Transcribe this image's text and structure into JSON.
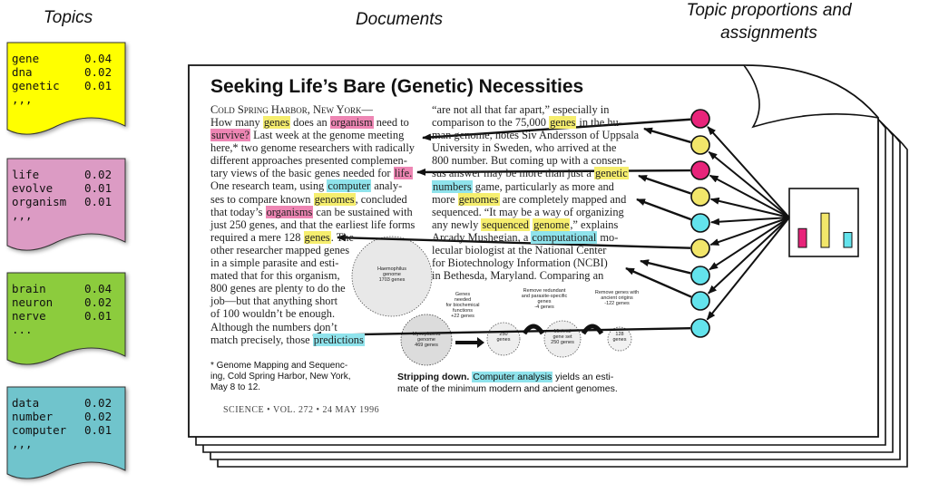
{
  "headers": {
    "topics": "Topics",
    "documents": "Documents",
    "proportions_line1": "Topic proportions and",
    "proportions_line2": "assignments"
  },
  "topics": [
    {
      "color": "#ffff00",
      "words": [
        {
          "w": "gene",
          "p": "0.04"
        },
        {
          "w": "dna",
          "p": "0.02"
        },
        {
          "w": "genetic",
          "p": "0.01"
        }
      ],
      "more": ",,,"
    },
    {
      "color": "#dc9bc4",
      "words": [
        {
          "w": "life",
          "p": "0.02"
        },
        {
          "w": "evolve",
          "p": "0.01"
        },
        {
          "w": "organism",
          "p": "0.01"
        }
      ],
      "more": ",,,"
    },
    {
      "color": "#8ccc3d",
      "words": [
        {
          "w": "brain",
          "p": "0.04"
        },
        {
          "w": "neuron",
          "p": "0.02"
        },
        {
          "w": "nerve",
          "p": "0.01"
        }
      ],
      "more": "..."
    },
    {
      "color": "#6fc4cc",
      "words": [
        {
          "w": "data",
          "p": "0.02"
        },
        {
          "w": "number",
          "p": "0.02"
        },
        {
          "w": "computer",
          "p": "0.01"
        }
      ],
      "more": ",,,"
    }
  ],
  "article": {
    "title": "Seeking Life’s Bare (Genetic) Necessities",
    "dateline": "Cold Spring Harbor, New York—",
    "col1": [
      {
        "t": "How many "
      },
      {
        "t": "genes",
        "h": "y"
      },
      {
        "t": " does an "
      },
      {
        "t": "organism",
        "h": "p"
      },
      {
        "t": " need to",
        "br": true
      },
      {
        "t": "survive?",
        "h": "p"
      },
      {
        "t": " Last week at the genome meeting",
        "br": true
      },
      {
        "t": "here,* two genome researchers with radically",
        "br": true
      },
      {
        "t": "different approaches presented complemen-",
        "br": true
      },
      {
        "t": "tary views of the basic genes needed for "
      },
      {
        "t": "life.",
        "h": "p",
        "br": true
      },
      {
        "t": "One research team, using "
      },
      {
        "t": "computer",
        "h": "c"
      },
      {
        "t": " analy-",
        "br": true
      },
      {
        "t": "ses to compare known "
      },
      {
        "t": "genomes",
        "h": "y"
      },
      {
        "t": ", concluded",
        "br": true
      },
      {
        "t": "that today’s "
      },
      {
        "t": "organisms",
        "h": "p"
      },
      {
        "t": " can be sustained with",
        "br": true
      },
      {
        "t": "just 250 genes, and that the earliest life forms",
        "br": true
      },
      {
        "t": "required a mere 128 "
      },
      {
        "t": "genes",
        "h": "y"
      },
      {
        "t": ". The",
        "br": true
      },
      {
        "t": "other researcher mapped genes",
        "br": true
      },
      {
        "t": "in a simple parasite and esti-",
        "br": true
      },
      {
        "t": "mated that for this organism,",
        "br": true
      },
      {
        "t": "800 genes are plenty to do the",
        "br": true
      },
      {
        "t": "job—but that anything short",
        "br": true
      },
      {
        "t": "of 100 wouldn’t be enough.",
        "br": true
      },
      {
        "t": "    Although the numbers don’t",
        "br": true
      },
      {
        "t": "match precisely, those "
      },
      {
        "t": "predictions",
        "h": "c",
        "br": true
      }
    ],
    "col2": [
      {
        "t": "“are not all that far apart,” especially in",
        "br": true
      },
      {
        "t": "comparison to the 75,000 "
      },
      {
        "t": "genes",
        "h": "y"
      },
      {
        "t": " in the hu-",
        "br": true
      },
      {
        "t": "man genome, notes Siv Andersson of Uppsala",
        "br": true
      },
      {
        "t": "University in Sweden, who arrived at the",
        "br": true
      },
      {
        "t": "800 number. But coming up with a consen-",
        "br": true
      },
      {
        "t": "sus answer may be more than just a "
      },
      {
        "t": "genetic",
        "h": "y",
        "br": true
      },
      {
        "t": "numbers",
        "h": "c"
      },
      {
        "t": " game, particularly as more and",
        "br": true
      },
      {
        "t": "more "
      },
      {
        "t": "genomes",
        "h": "y"
      },
      {
        "t": " are completely mapped and",
        "br": true
      },
      {
        "t": "sequenced. “It may be a way of organizing",
        "br": true
      },
      {
        "t": "any newly "
      },
      {
        "t": "sequenced",
        "h": "y"
      },
      {
        "t": " "
      },
      {
        "t": "genome",
        "h": "y"
      },
      {
        "t": ",” explains",
        "br": true
      },
      {
        "t": "Arcady Mushegian, a "
      },
      {
        "t": "computational",
        "h": "c"
      },
      {
        "t": " mo-",
        "br": true
      },
      {
        "t": "lecular biologist at the National Center",
        "br": true
      },
      {
        "t": "for Biotechnology Information (NCBI)",
        "br": true
      },
      {
        "t": "in Bethesda, Maryland. Comparing an",
        "br": true
      }
    ],
    "footnote": [
      "* Genome Mapping and Sequenc-",
      "ing, Cold Spring Harbor, New York,",
      "May 8 to 12."
    ],
    "caption": [
      {
        "t": "Stripping down.",
        "b": true
      },
      {
        "t": " "
      },
      {
        "t": "Computer analysis",
        "h": "c"
      },
      {
        "t": " yields an esti-",
        "br": true
      },
      {
        "t": "mate of the minimum modern and ancient genomes."
      }
    ],
    "footer": "SCIENCE • VOL. 272 • 24 MAY 1996",
    "figure": {
      "big_circle": [
        "Haemophilus",
        "genome",
        "1703 genes"
      ],
      "mid_circle": [
        "Mycoplasma",
        "genome",
        "469 genes"
      ],
      "small1": [
        "250",
        "genes"
      ],
      "small2": [
        "Minimal",
        "gene set",
        "250 genes"
      ],
      "small3": [
        "128",
        "genes"
      ],
      "top_labels": [
        "Genes",
        "needed",
        "for biochemical",
        "functions",
        "+22 genes"
      ],
      "remove1": [
        "Remove redundant",
        "and parasite-specific",
        "genes",
        "-4 genes"
      ],
      "remove2": [
        "Remove genes with",
        "ancient origins",
        "-122 genes"
      ]
    }
  },
  "circles": [
    "#e8247a",
    "#f2e66a",
    "#e8247a",
    "#f2e66a",
    "#63e3ec",
    "#f2e66a",
    "#63e3ec",
    "#63e3ec",
    "#63e3ec"
  ],
  "chart_data": {
    "type": "bar",
    "categories": [
      "topic-pink",
      "topic-yellow",
      "topic-cyan"
    ],
    "values": [
      0.34,
      0.62,
      0.27
    ],
    "colors": [
      "#e8247a",
      "#f2e66a",
      "#63e3ec"
    ],
    "ylim": [
      0,
      1
    ]
  }
}
